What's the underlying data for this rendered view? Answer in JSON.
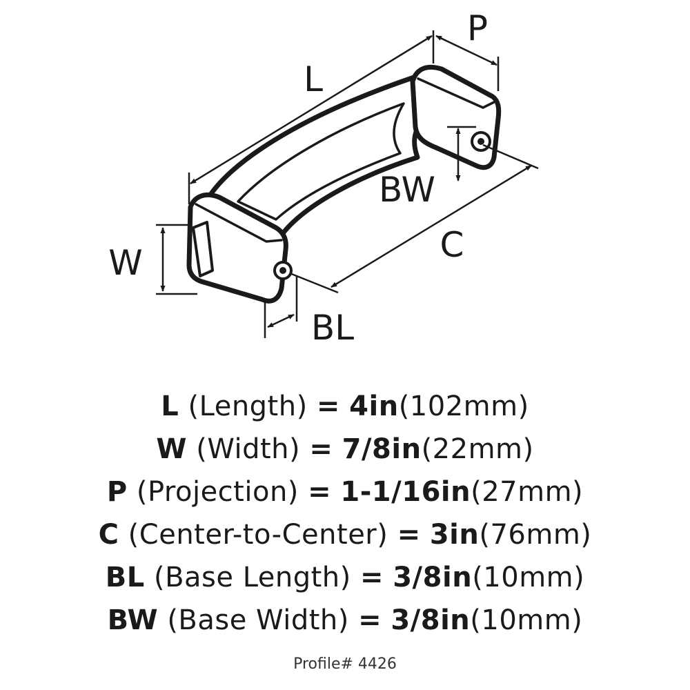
{
  "diagram": {
    "labels": {
      "L": "L",
      "P": "P",
      "W": "W",
      "BW": "BW",
      "C": "C",
      "BL": "BL"
    }
  },
  "specs": [
    {
      "code": "L",
      "name": "(Length)",
      "eq": "=",
      "imperial": "4in",
      "metric": "(102mm)"
    },
    {
      "code": "W",
      "name": "(Width)",
      "eq": "=",
      "imperial": "7/8in",
      "metric": "(22mm)"
    },
    {
      "code": "P",
      "name": "(Projection)",
      "eq": "=",
      "imperial": "1-1/16in",
      "metric": "(27mm)"
    },
    {
      "code": "C",
      "name": "(Center-to-Center)",
      "eq": "=",
      "imperial": "3in",
      "metric": "(76mm)"
    },
    {
      "code": "BL",
      "name": "(Base Length)",
      "eq": "=",
      "imperial": "3/8in",
      "metric": "(10mm)"
    },
    {
      "code": "BW",
      "name": "(Base Width)",
      "eq": "=",
      "imperial": "3/8in",
      "metric": "(10mm)"
    }
  ],
  "footer": {
    "profile": "Profile# 4426"
  },
  "colors": {
    "ink": "#1a1a1a",
    "background": "#ffffff"
  }
}
